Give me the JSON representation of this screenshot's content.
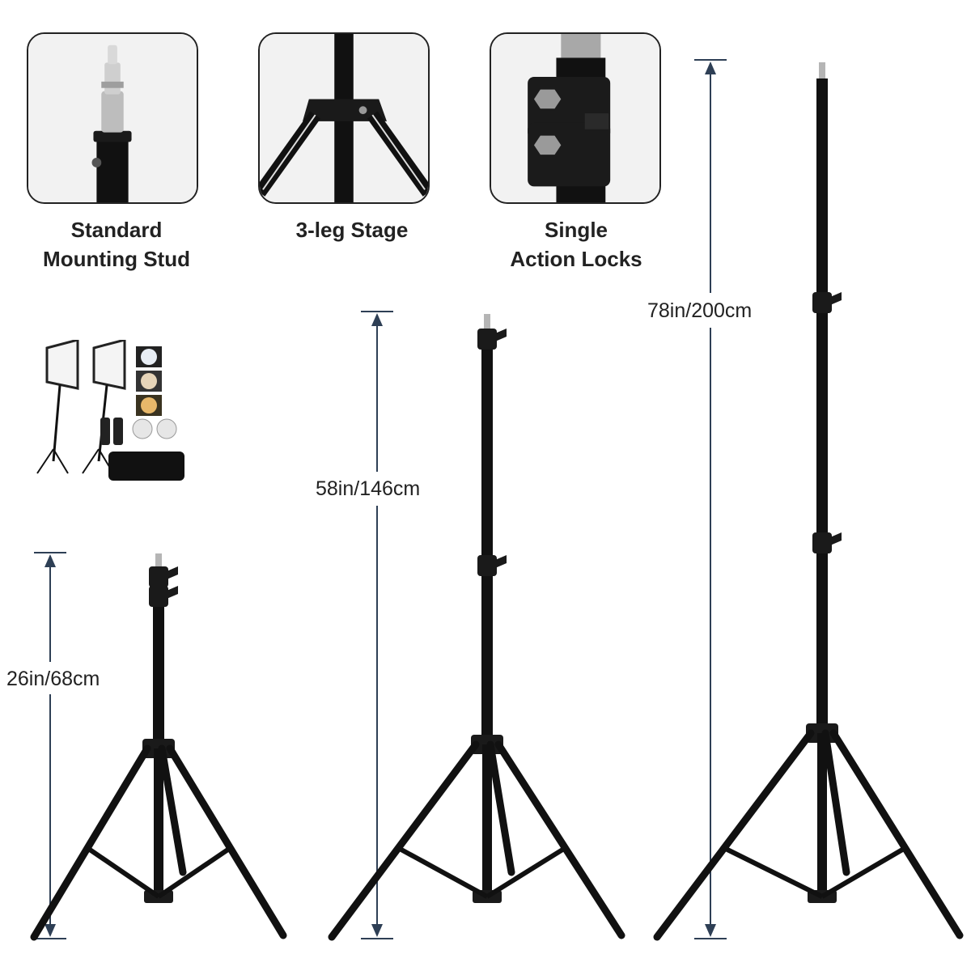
{
  "features": [
    {
      "label": "Standard\nMounting Stud",
      "icon": "mounting-stud-icon"
    },
    {
      "label": "3-leg Stage",
      "icon": "three-leg-stage-icon"
    },
    {
      "label": "Single\nAction Locks",
      "icon": "action-lock-icon"
    }
  ],
  "heights": [
    {
      "label": "26in/68cm"
    },
    {
      "label": "58in/146cm"
    },
    {
      "label": "78in/200cm"
    }
  ],
  "colors": {
    "dimension_line": "#2e3f55",
    "stand": "#111111",
    "box_border": "#222222"
  }
}
